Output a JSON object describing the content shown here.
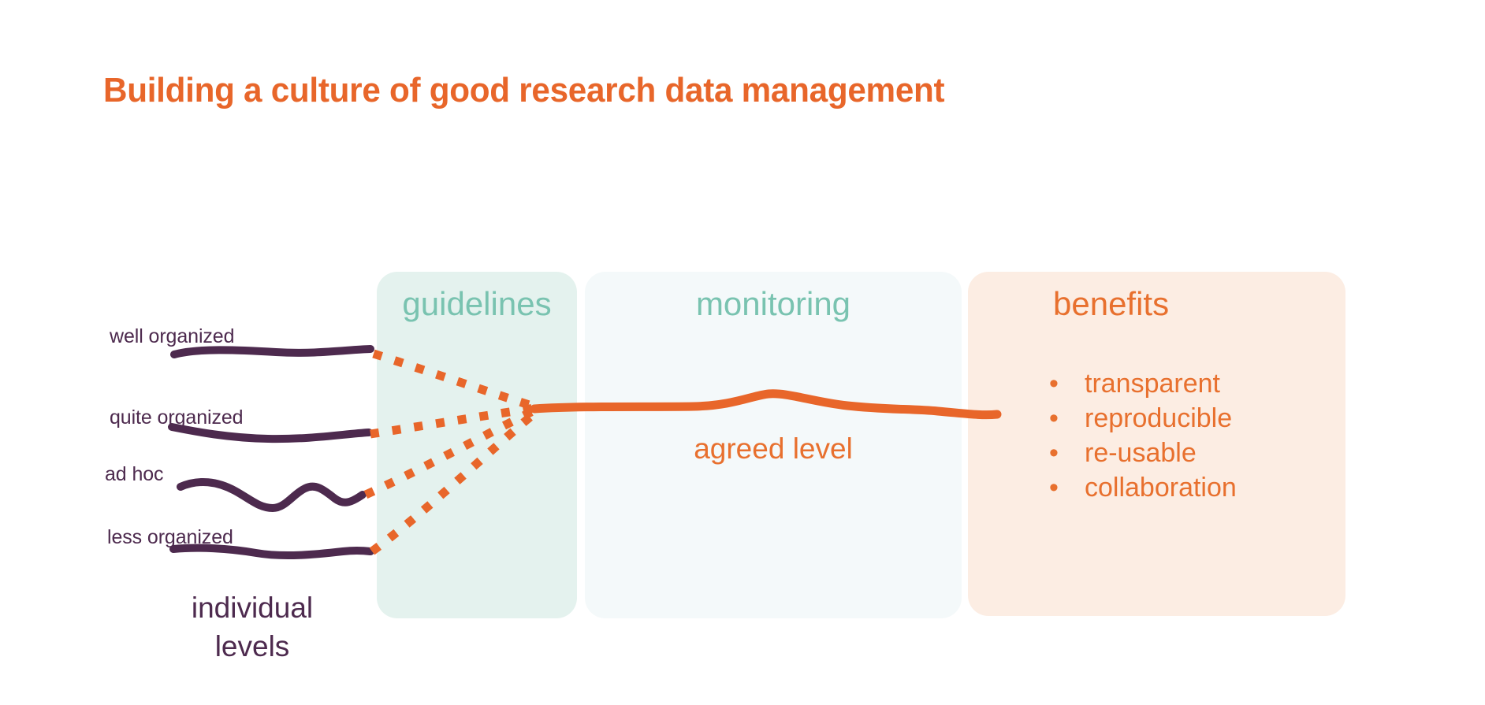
{
  "slide": {
    "title": "Building a culture of good research data management",
    "background_color": "#ffffff"
  },
  "colors": {
    "orange": "#E8662A",
    "orange_text": "#E8702E",
    "purple": "#4D2A4E",
    "teal": "#79C3B0",
    "panel_guidelines_bg": "#E4F2EE",
    "panel_monitoring_bg": "#F4F9FA",
    "panel_benefits_bg": "#FCEDE3"
  },
  "left_section": {
    "caption_line1": "individual",
    "caption_line2": "levels",
    "levels": [
      {
        "label": "well organized",
        "style": "flat"
      },
      {
        "label": "quite organized",
        "style": "gentle-wave"
      },
      {
        "label": "ad hoc",
        "style": "strong-wave"
      },
      {
        "label": "less organized",
        "style": "slight-wave"
      }
    ]
  },
  "panels": [
    {
      "id": "guidelines",
      "heading": "guidelines",
      "heading_color": "#79C3B0",
      "background": "#E4F2EE"
    },
    {
      "id": "monitoring",
      "heading": "monitoring",
      "heading_color": "#79C3B0",
      "background": "#F4F9FA",
      "annotation": "agreed level"
    },
    {
      "id": "benefits",
      "heading": "benefits",
      "heading_color": "#E8702E",
      "background": "#FCEDE3",
      "bullet": "•",
      "items": [
        "transparent",
        "reproducible",
        "re-usable",
        "collaboration"
      ]
    }
  ]
}
